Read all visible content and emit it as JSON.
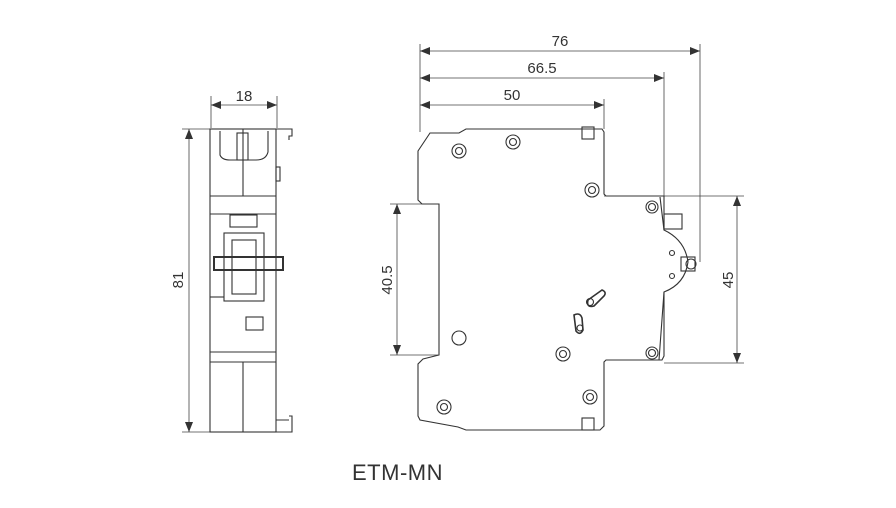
{
  "title": "ETM-MN",
  "front_view": {
    "width_label": "18",
    "height_label": "81"
  },
  "side_view": {
    "depth_total_label": "76",
    "depth_mid_label": "66.5",
    "depth_body_label": "50",
    "rail_height_label": "40.5",
    "front_height_label": "45"
  }
}
